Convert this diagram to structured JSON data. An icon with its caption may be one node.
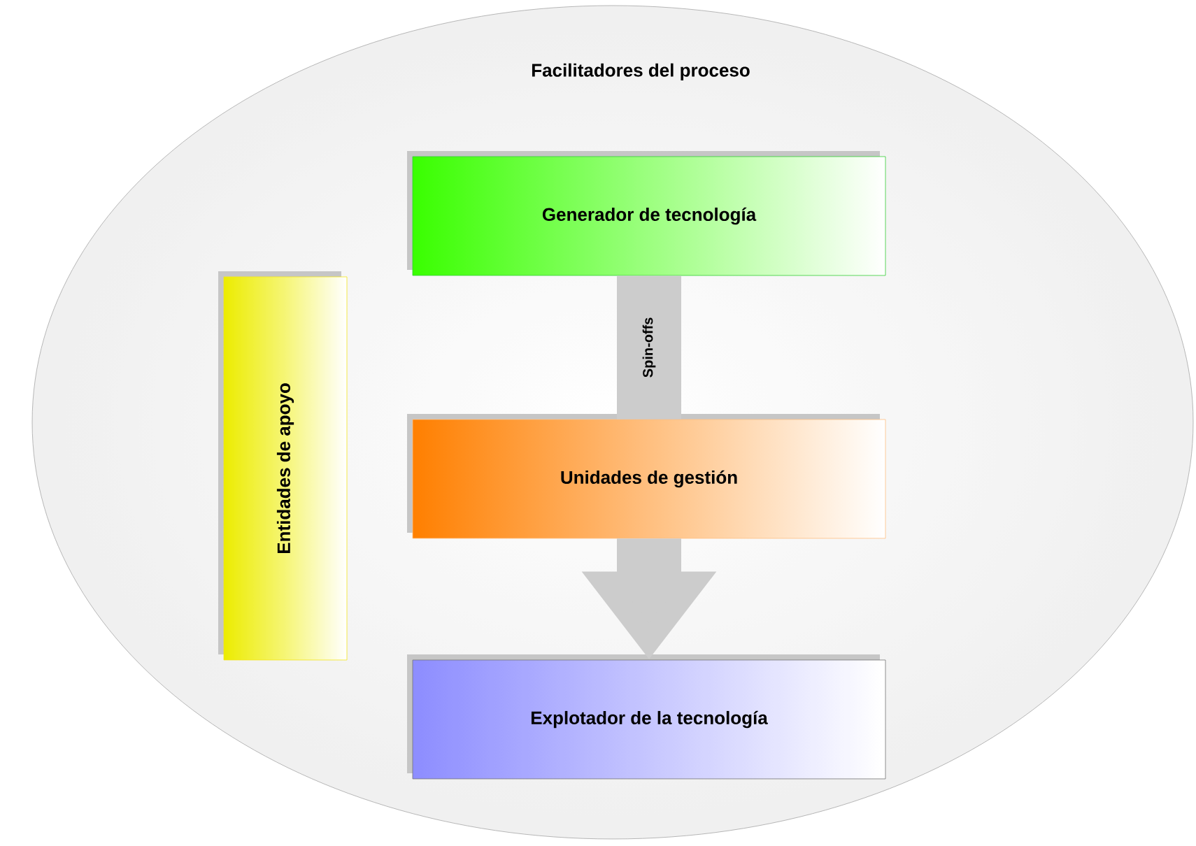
{
  "diagram": {
    "nodes": [
      {
        "text": [
          "Facilitadores del proceso"
        ]
      },
      {
        "text": [
          "Generador de tecnología"
        ],
        "in": 0
      },
      {
        "text": [
          "Unidades de gestión"
        ],
        "in": 0
      },
      {
        "text": [
          "Explotador de la tecnología"
        ],
        "in": 0
      },
      {
        "text": [
          "Entidades de apoyo"
        ],
        "in": 0
      }
    ],
    "edges": [
      {
        "from": 1,
        "to": 2,
        "arrow": "none",
        "label": "Spin-offs"
      },
      {
        "from": 2,
        "to": 3,
        "arrow": "to"
      }
    ]
  }
}
